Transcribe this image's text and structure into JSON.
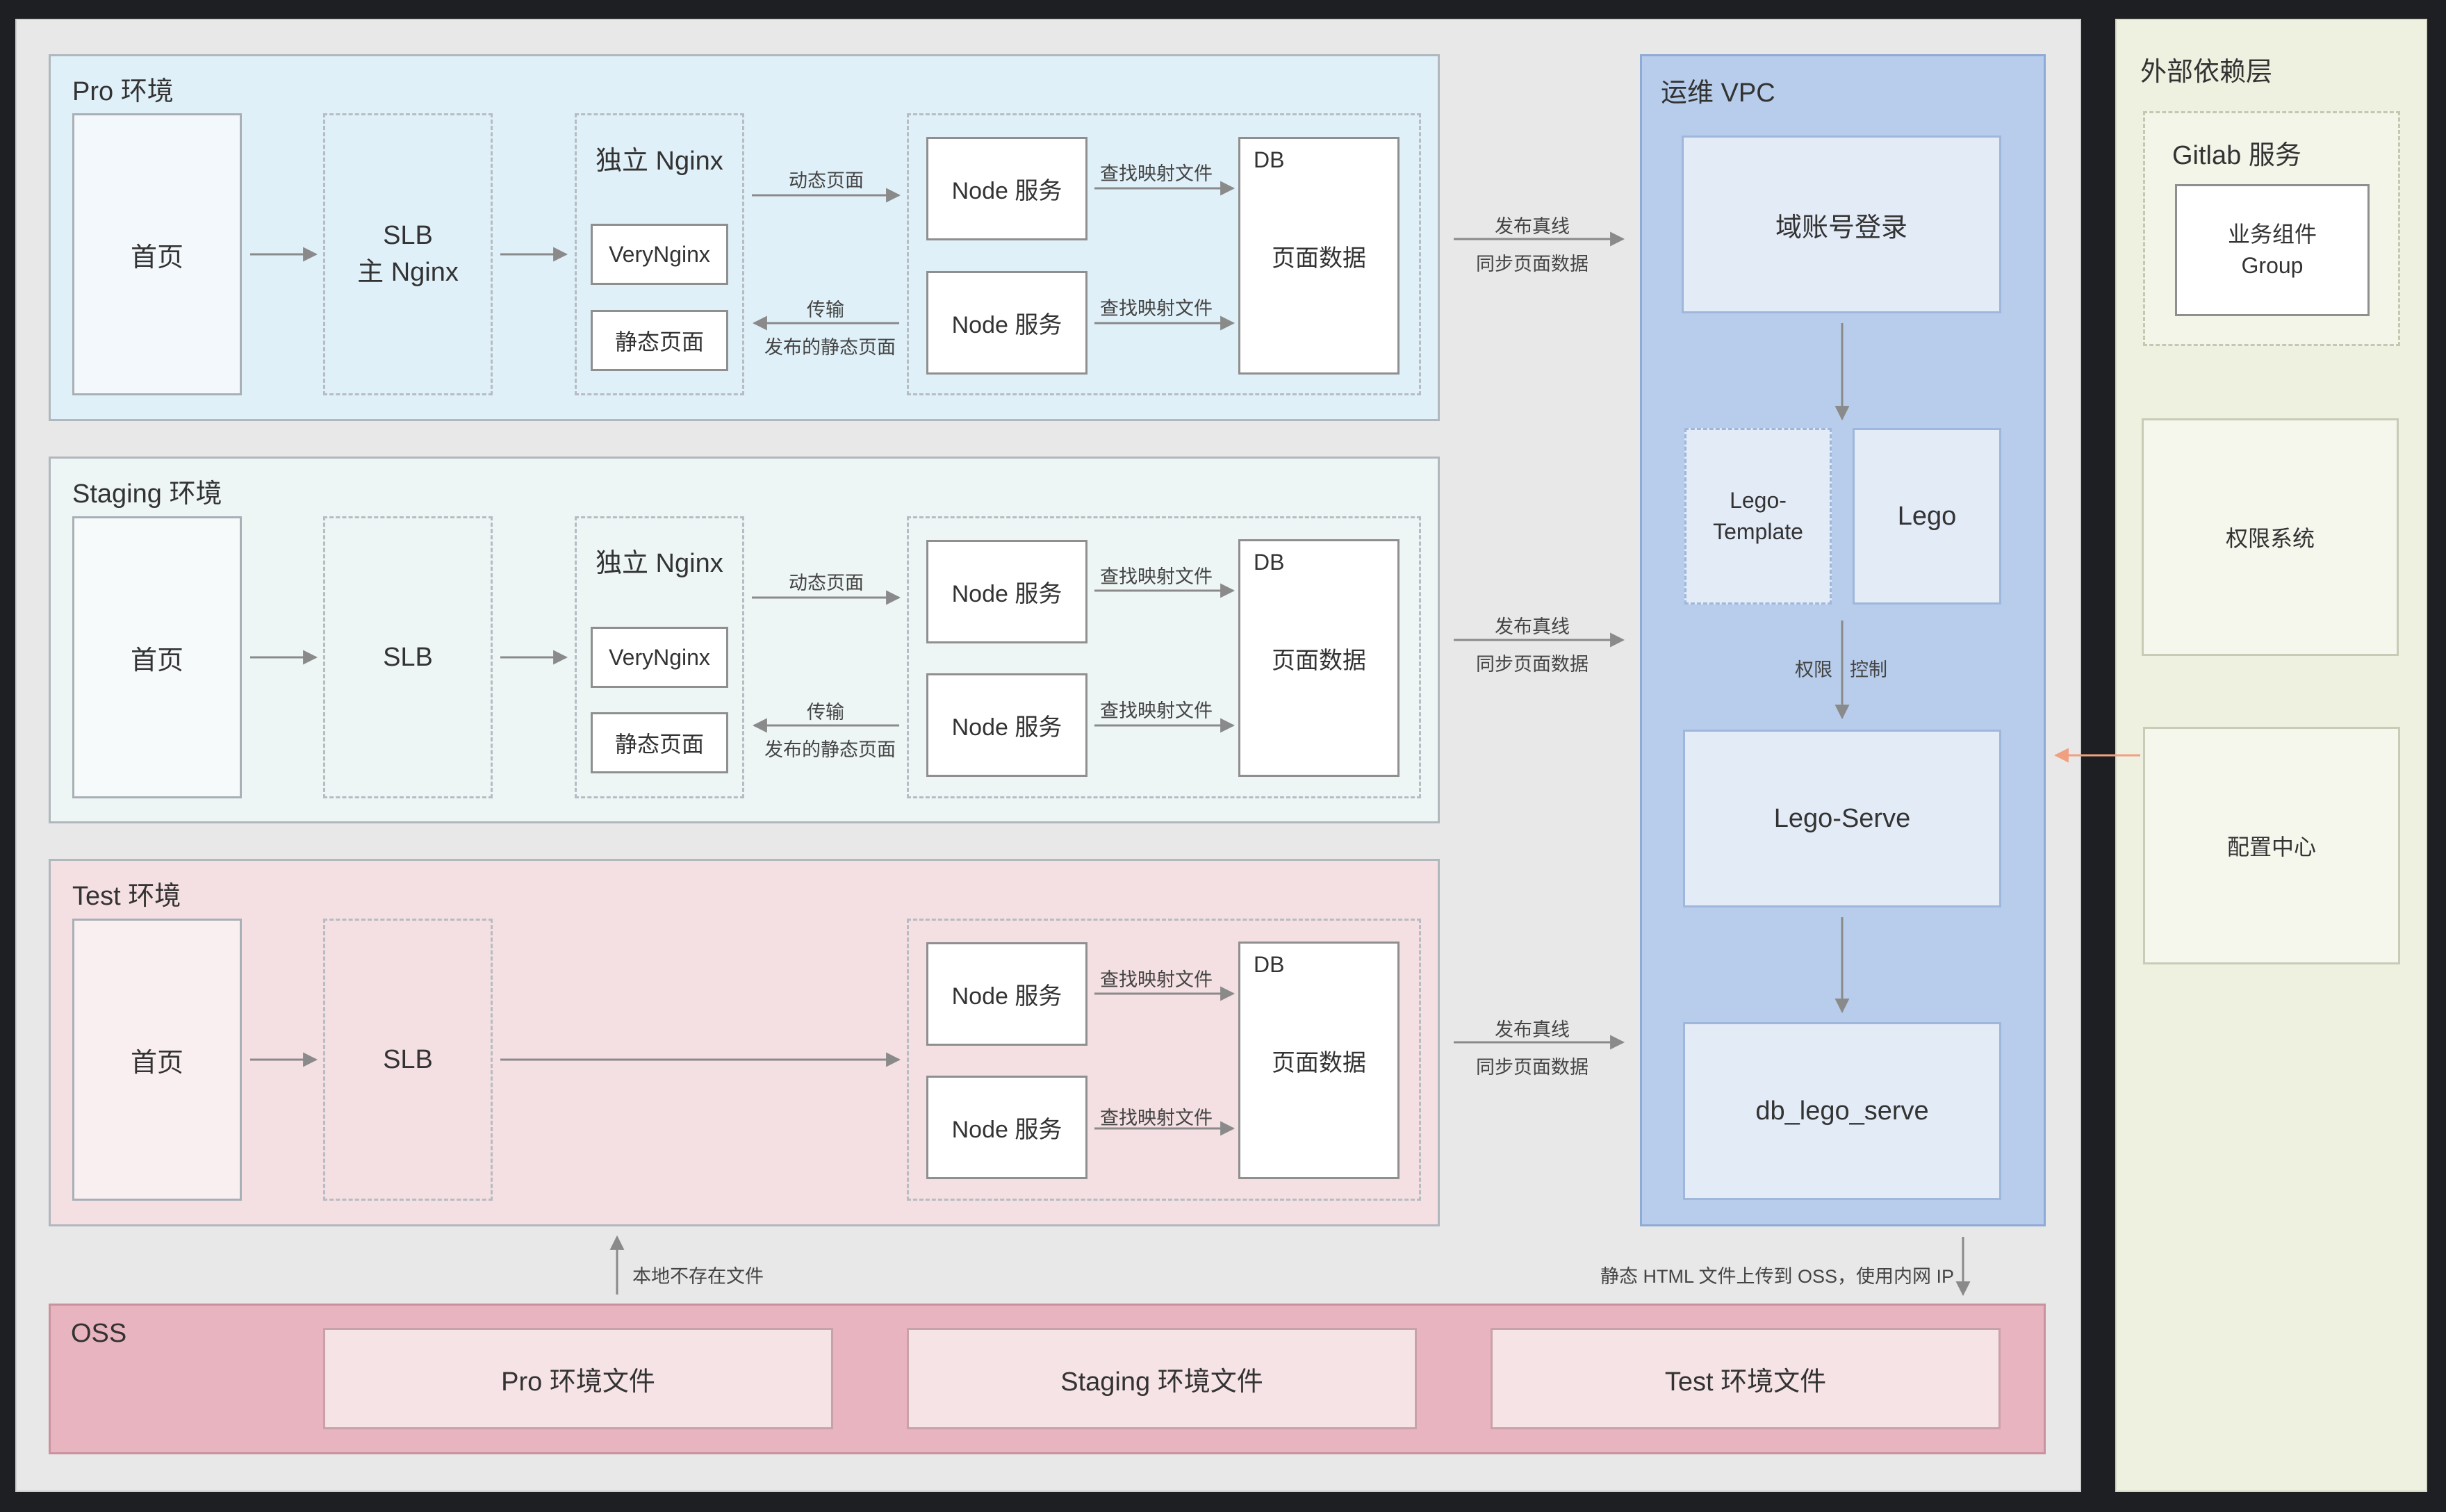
{
  "main_panel": {},
  "environments": [
    {
      "title": "Pro 环境",
      "bg": "#e0f0f8",
      "home_bg": "#f2f8fb",
      "homepage": "首页",
      "slb": "SLB\n主 Nginx",
      "nginx_title": "独立 Nginx",
      "nginx_items": [
        "VeryNginx",
        "静态页面"
      ],
      "dynamic_label": "动态页面",
      "transfer_label": "传输",
      "published_static_label": "发布的静态页面",
      "node_services": [
        "Node 服务",
        "Node 服务"
      ],
      "lookup_labels": [
        "查找映射文件",
        "查找映射文件"
      ],
      "db_label": "DB",
      "db_content": "页面数据",
      "publish_label": "发布真线",
      "sync_label": "同步页面数据"
    },
    {
      "title": "Staging 环境",
      "bg": "#eef6f5",
      "home_bg": "#f6fafa",
      "homepage": "首页",
      "slb": "SLB",
      "nginx_title": "独立 Nginx",
      "nginx_items": [
        "VeryNginx",
        "静态页面"
      ],
      "dynamic_label": "动态页面",
      "transfer_label": "传输",
      "published_static_label": "发布的静态页面",
      "node_services": [
        "Node 服务",
        "Node 服务"
      ],
      "lookup_labels": [
        "查找映射文件",
        "查找映射文件"
      ],
      "db_label": "DB",
      "db_content": "页面数据",
      "publish_label": "发布真线",
      "sync_label": "同步页面数据"
    },
    {
      "title": "Test 环境",
      "bg": "#f4dfe2",
      "home_bg": "#f9eff1",
      "homepage": "首页",
      "slb": "SLB",
      "node_services": [
        "Node 服务",
        "Node 服务"
      ],
      "lookup_labels": [
        "查找映射文件",
        "查找映射文件"
      ],
      "db_label": "DB",
      "db_content": "页面数据",
      "publish_label": "发布真线",
      "sync_label": "同步页面数据"
    }
  ],
  "vpc": {
    "title": "运维 VPC",
    "domain_login": "域账号登录",
    "lego_template": "Lego-\nTemplate",
    "lego": "Lego",
    "permission_label": "权限",
    "control_label": "控制",
    "lego_serve": "Lego-Serve",
    "db_lego_serve": "db_lego_serve"
  },
  "oss": {
    "title": "OSS",
    "files": [
      "Pro 环境文件",
      "Staging 环境文件",
      "Test 环境文件"
    ],
    "local_missing_label": "本地不存在文件",
    "upload_label": "静态 HTML 文件上传到 OSS，使用内网 IP"
  },
  "external": {
    "title": "外部依赖层",
    "gitlab_title": "Gitlab 服务",
    "gitlab_group": "业务组件\nGroup",
    "permission_system": "权限系统",
    "config_center": "配置中心"
  },
  "colors": {
    "arrow": "#8a8a8a",
    "config_arrow": "#f0a080"
  }
}
